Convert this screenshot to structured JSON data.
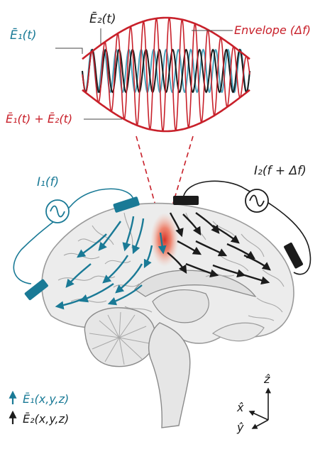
{
  "colors": {
    "teal": "#1a7a96",
    "red": "#c8202a",
    "black": "#1b1b1b",
    "brain_fill": "#ececec",
    "brain_line": "#9a9a9a",
    "hotspot": "#e23a2e"
  },
  "waveform": {
    "e1_label": "Ē₁(t)",
    "e2_label": "Ē₂(t)",
    "envelope_label": "Envelope (Δf)",
    "sum_label": "Ē₁(t) + Ē₂(t)"
  },
  "sources": {
    "left_label": "I₁(f)",
    "right_label": "I₂(f + Δf)"
  },
  "legend": {
    "e1_field": "Ē₁(x,y,z)",
    "e2_field": "Ē₂(x,y,z)"
  },
  "axes": {
    "z": "ẑ",
    "x": "x̂",
    "y": "ŷ"
  },
  "icons": [
    "sine-source-icon",
    "sine-source-icon",
    "arrow-icon"
  ]
}
